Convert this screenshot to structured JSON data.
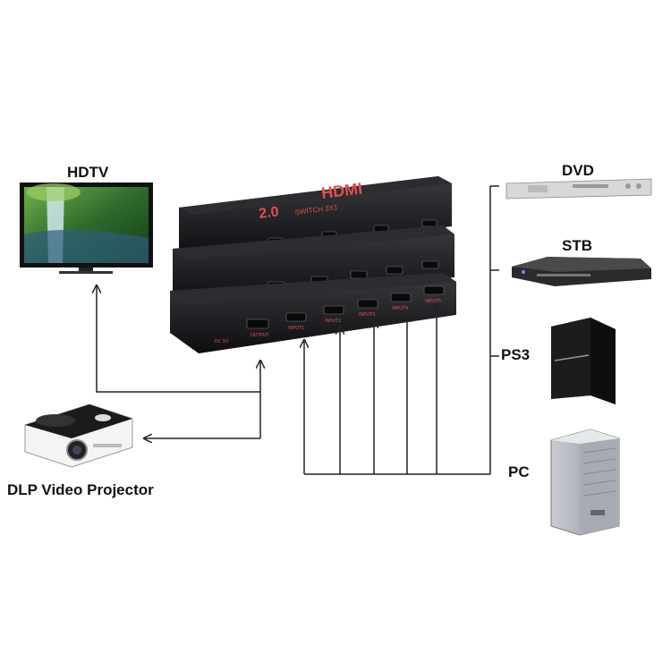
{
  "devices": {
    "hdtv": "HDTV",
    "projector": "DLP Video Projector",
    "dvd": "DVD",
    "stb": "STB",
    "ps3": "PS3",
    "pc": "PC"
  },
  "switch": {
    "brand": "HDMI",
    "version": "2.0",
    "model": "SWITCH 3X1",
    "top_line": "HDMI",
    "dc_label": "DC 5V",
    "output_label": "OUTPUT",
    "input_labels": [
      "INPUT1",
      "INPUT2",
      "INPUT3",
      "INPUT4",
      "INPUT5"
    ]
  },
  "colors": {
    "line": "#222222",
    "switch_body": "#1c1c1f",
    "accent_red": "#e05050"
  }
}
